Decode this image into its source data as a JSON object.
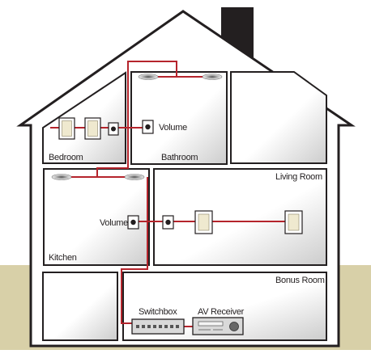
{
  "rooms": {
    "bedroom": "Bedroom",
    "bathroom": "Bathroom",
    "living_room": "Living Room",
    "kitchen": "Kitchen",
    "bonus_room": "Bonus Room"
  },
  "labels": {
    "volume_bathroom": "Volume",
    "volume_kitchen": "Volume",
    "switchbox": "Switchbox",
    "av_receiver": "AV Receiver"
  },
  "colors": {
    "wire": "#b5242c",
    "ground": "#d8d0a8",
    "wall_outline": "#231f20",
    "room_shadow": "#cfcfcf",
    "chimney": "#231f20",
    "speaker_panel": "#efe9cf"
  },
  "icons": {
    "ceiling_speaker": "ceiling-speaker-icon",
    "wall_speaker": "wall-speaker-icon",
    "volume_control": "volume-control-icon",
    "switchbox": "switchbox-icon",
    "av_receiver": "av-receiver-icon"
  }
}
